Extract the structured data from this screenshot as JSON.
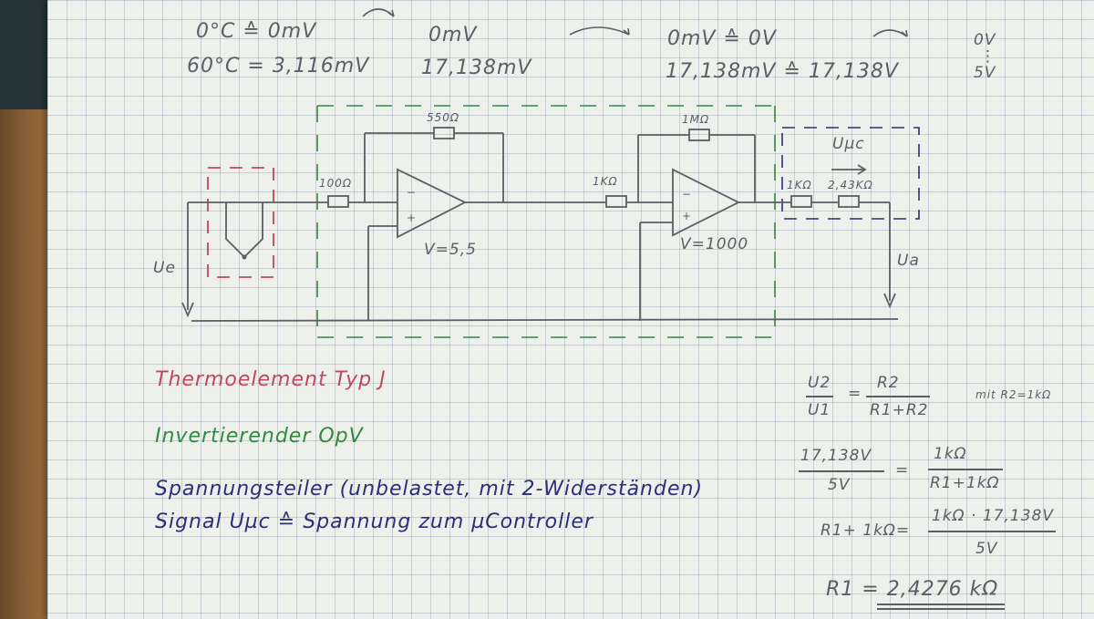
{
  "header": {
    "col1_line1": "0°C ≙ 0mV",
    "col1_line2": "60°C = 3,116mV",
    "col2_line1": "0mV",
    "col2_line2": "17,138mV",
    "col3_line1": "0mV ≙ 0V",
    "col3_line2": "17,138mV ≙ 17,138V",
    "col4_line1": "0V",
    "col4_sep": "⋮",
    "col4_line2": "5V"
  },
  "circuit": {
    "r_in1": "100Ω",
    "r_fb1": "550Ω",
    "gain1": "V=5,5",
    "r_in2": "1KΩ",
    "r_fb2": "1MΩ",
    "gain2": "V=1000",
    "r_div1": "1KΩ",
    "r_div2": "2,43KΩ",
    "u_uc": "Uµc",
    "ue": "Ue",
    "ua": "Ua",
    "minus1": "−",
    "plus1": "+",
    "minus2": "−",
    "plus2": "+"
  },
  "legend": {
    "thermo": "Thermoelement Typ J",
    "inverting": "Invertierender OpV",
    "divider": "Spannungsteiler (unbelastet, mit 2-Widerständen)",
    "signal": "Signal Uµc ≙ Spannung zum µController"
  },
  "calc": {
    "frac1_num": "U2",
    "frac1_den": "U1",
    "eq1": "=",
    "frac2_num": "R2",
    "frac2_den": "R1+R2",
    "note": "mit R2=1kΩ",
    "frac3_num": "17,138V",
    "frac3_den": "5V",
    "eq2": "=",
    "frac4_num": "1kΩ",
    "frac4_den": "R1+1kΩ",
    "line3_left": "R1+ 1kΩ=",
    "frac5_num": "1kΩ · 17,138V",
    "frac5_den": "5V",
    "result": "R1 = 2,4276 kΩ"
  },
  "colors": {
    "pencil": "#5a5f66",
    "red": "#c0485d",
    "green": "#2f8a3e",
    "navy": "#2a2f7a"
  }
}
